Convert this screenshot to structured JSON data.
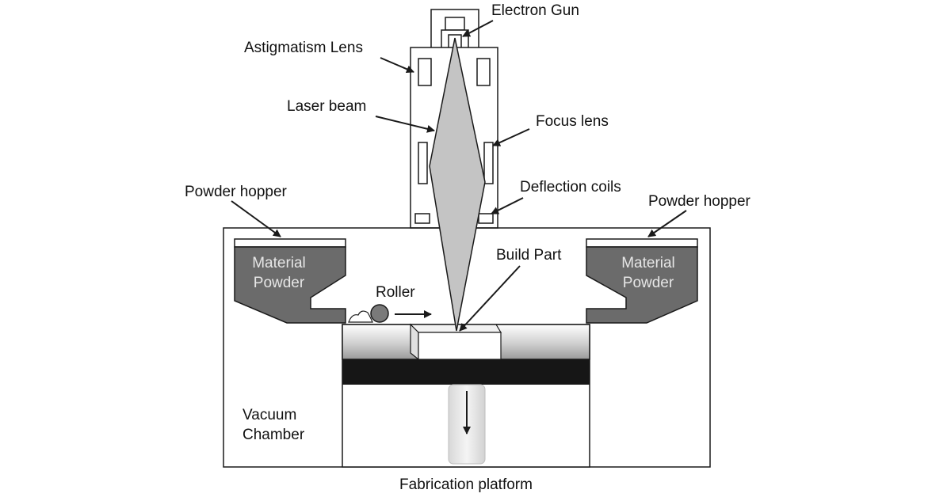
{
  "labels": {
    "electron_gun": "Electron Gun",
    "astigmatism_lens": "Astigmatism Lens",
    "laser_beam": "Laser beam",
    "focus_lens": "Focus lens",
    "deflection_coils": "Deflection coils",
    "powder_hopper_left": "Powder hopper",
    "powder_hopper_right": "Powder hopper",
    "material_left_line1": "Material",
    "material_left_line2": "Powder",
    "material_right_line1": "Material",
    "material_right_line2": "Powder",
    "roller": "Roller",
    "build_part": "Build Part",
    "vacuum_line1": "Vacuum",
    "vacuum_line2": "Chamber",
    "fabrication_platform": "Fabrication platform"
  },
  "colors": {
    "line": "#1a1a1a",
    "powder": "#6b6b6b",
    "beam": "#c4c4c4",
    "platform_band": "#161616",
    "roller": "#7a7a7a"
  }
}
